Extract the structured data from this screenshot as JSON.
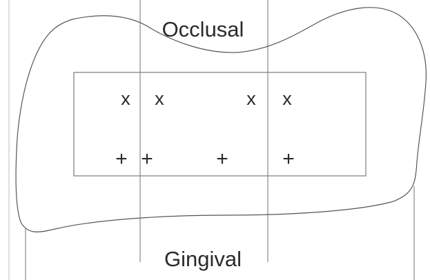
{
  "labels": {
    "top": "Occlusal",
    "bottom": "Gingival"
  },
  "marks": {
    "cross": "x",
    "plus": "+"
  },
  "colors": {
    "stroke": "#555555",
    "thin_line": "#8a8a8a",
    "text": "#2a2a2a",
    "background": "#ffffff"
  }
}
